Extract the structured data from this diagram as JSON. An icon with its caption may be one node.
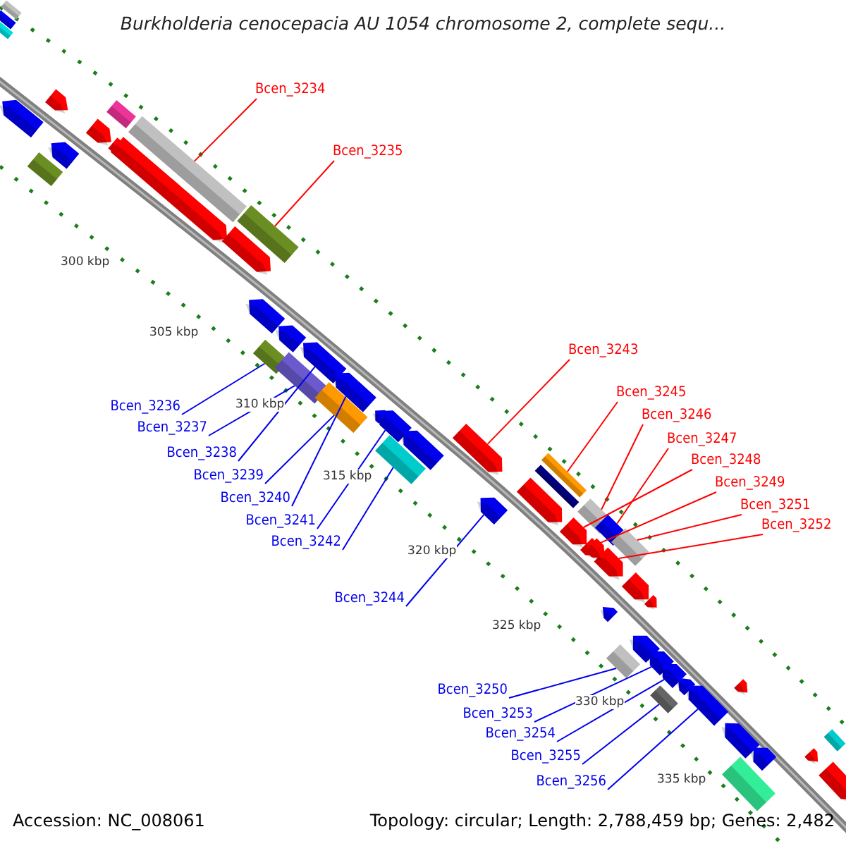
{
  "diagram": {
    "title": "Burkholderia cenocepacia AU 1054 chromosome 2, complete sequ...",
    "nodes": [
      {
        "text": [
          "Bcen_3234"
        ]
      },
      {
        "text": [
          "Bcen_3235"
        ]
      },
      {
        "text": [
          "Bcen_3236"
        ]
      },
      {
        "text": [
          "Bcen_3237"
        ]
      },
      {
        "text": [
          "Bcen_3238"
        ]
      },
      {
        "text": [
          "Bcen_3239"
        ]
      },
      {
        "text": [
          "Bcen_3240"
        ]
      },
      {
        "text": [
          "Bcen_3241"
        ]
      },
      {
        "text": [
          "Bcen_3242"
        ]
      },
      {
        "text": [
          "Bcen_3243"
        ]
      },
      {
        "text": [
          "Bcen_3244"
        ]
      },
      {
        "text": [
          "Bcen_3245"
        ]
      },
      {
        "text": [
          "Bcen_3246"
        ]
      },
      {
        "text": [
          "Bcen_3247"
        ]
      },
      {
        "text": [
          "Bcen_3248"
        ]
      },
      {
        "text": [
          "Bcen_3249"
        ]
      },
      {
        "text": [
          "Bcen_3250"
        ]
      },
      {
        "text": [
          "Bcen_3251"
        ]
      },
      {
        "text": [
          "Bcen_3252"
        ]
      },
      {
        "text": [
          "Bcen_3253"
        ]
      },
      {
        "text": [
          "Bcen_3254"
        ]
      },
      {
        "text": [
          "Bcen_3255"
        ]
      },
      {
        "text": [
          "Bcen_3256"
        ]
      },
      {
        "text": [],
        "shape": "box"
      },
      {
        "text": [],
        "shape": "box"
      },
      {
        "text": [],
        "shape": "box"
      },
      {
        "text": [],
        "shape": "box"
      },
      {
        "text": [],
        "shape": "arrow"
      },
      {
        "text": [],
        "shape": "box"
      },
      {
        "text": [],
        "shape": "arrow"
      },
      {
        "text": [],
        "shape": "arrow"
      },
      {
        "text": [],
        "shape": "box"
      },
      {
        "text": [],
        "shape": "arrow"
      },
      {
        "text": [],
        "shape": "arrow"
      },
      {
        "text": [],
        "shape": "box"
      },
      {
        "text": [],
        "shape": "box"
      },
      {
        "text": [],
        "shape": "box"
      },
      {
        "text": [],
        "shape": "arrow"
      },
      {
        "text": [],
        "shape": "arrow"
      },
      {
        "text": [],
        "shape": "box"
      },
      {
        "text": [],
        "shape": "box"
      },
      {
        "text": [],
        "shape": "arrow"
      },
      {
        "text": [],
        "shape": "arrow"
      },
      {
        "text": [],
        "shape": "arrow"
      },
      {
        "text": [],
        "shape": "box"
      },
      {
        "text": [],
        "shape": "arrow"
      },
      {
        "text": [],
        "shape": "box"
      },
      {
        "text": [],
        "shape": "box"
      },
      {
        "text": [],
        "shape": "box"
      },
      {
        "text": [],
        "shape": "arrow"
      },
      {
        "text": [],
        "shape": "box"
      },
      {
        "text": [],
        "shape": "arrow"
      },
      {
        "text": [],
        "shape": "arrow"
      },
      {
        "text": [],
        "shape": "arrow"
      },
      {
        "text": [],
        "shape": "arrow"
      },
      {
        "text": [],
        "shape": "arrow"
      },
      {
        "text": [],
        "shape": "arrow"
      },
      {
        "text": [],
        "shape": "box"
      },
      {
        "text": [],
        "shape": "arrow"
      },
      {
        "text": [],
        "shape": "arrow"
      },
      {
        "text": [],
        "shape": "arrow"
      },
      {
        "text": [],
        "shape": "arrow"
      },
      {
        "text": [],
        "shape": "box"
      },
      {
        "text": [],
        "shape": "arrow"
      },
      {
        "text": [],
        "shape": "arrow"
      },
      {
        "text": [],
        "shape": "arrow"
      },
      {
        "text": [],
        "shape": "arrow"
      },
      {
        "text": [],
        "shape": "arrow"
      },
      {
        "text": [],
        "shape": "arrow"
      },
      {
        "text": [],
        "shape": "arrow"
      },
      {
        "text": [],
        "shape": "arrow"
      },
      {
        "text": [],
        "shape": "arrow"
      },
      {
        "text": [],
        "shape": "box"
      },
      {
        "text": [],
        "shape": "arrow"
      },
      {
        "text": [],
        "shape": "arrow"
      },
      {
        "text": [],
        "shape": "arrow"
      },
      {
        "text": [],
        "shape": "box"
      }
    ],
    "edges": [
      {
        "from": 0,
        "to": 23,
        "arrow": "none",
        "color": "#ff0000"
      },
      {
        "from": 1,
        "to": 24,
        "arrow": "none",
        "color": "#ff0000"
      },
      {
        "from": 2,
        "to": 25,
        "arrow": "none"
      },
      {
        "from": 3,
        "to": 26,
        "arrow": "none"
      },
      {
        "from": 4,
        "to": 27,
        "arrow": "none"
      },
      {
        "from": 5,
        "to": 28,
        "arrow": "none"
      },
      {
        "from": 6,
        "to": 29,
        "arrow": "none"
      },
      {
        "from": 7,
        "to": 30,
        "arrow": "none"
      },
      {
        "from": 8,
        "to": 31,
        "arrow": "none"
      },
      {
        "from": 9,
        "to": 32,
        "arrow": "none",
        "color": "#ff0000"
      },
      {
        "from": 10,
        "to": 33,
        "arrow": "none"
      },
      {
        "from": 11,
        "to": 34,
        "arrow": "none",
        "color": "#ff0000"
      },
      {
        "from": 12,
        "to": 35,
        "arrow": "none",
        "color": "#ff0000"
      },
      {
        "from": 13,
        "to": 36,
        "arrow": "none",
        "color": "#ff0000"
      },
      {
        "from": 14,
        "to": 37,
        "arrow": "none",
        "color": "#ff0000"
      },
      {
        "from": 15,
        "to": 38,
        "arrow": "none",
        "color": "#ff0000"
      },
      {
        "from": 16,
        "to": 39,
        "arrow": "none"
      },
      {
        "from": 17,
        "to": 40,
        "arrow": "none",
        "color": "#ff0000"
      },
      {
        "from": 18,
        "to": 41,
        "arrow": "none",
        "color": "#ff0000"
      },
      {
        "from": 19,
        "to": 42,
        "arrow": "none"
      },
      {
        "from": 20,
        "to": 43,
        "arrow": "none"
      },
      {
        "from": 21,
        "to": 44,
        "arrow": "none"
      },
      {
        "from": 22,
        "to": 45,
        "arrow": "none"
      }
    ],
    "labels": [
      "300 kbp",
      "305 kbp",
      "310 kbp",
      "315 kbp",
      "320 kbp",
      "325 kbp",
      "330 kbp",
      "335 kbp",
      "Accession: NC_008061",
      "Topology: circular; Length: 2,788,459 bp; Genes: 2,482"
    ]
  }
}
